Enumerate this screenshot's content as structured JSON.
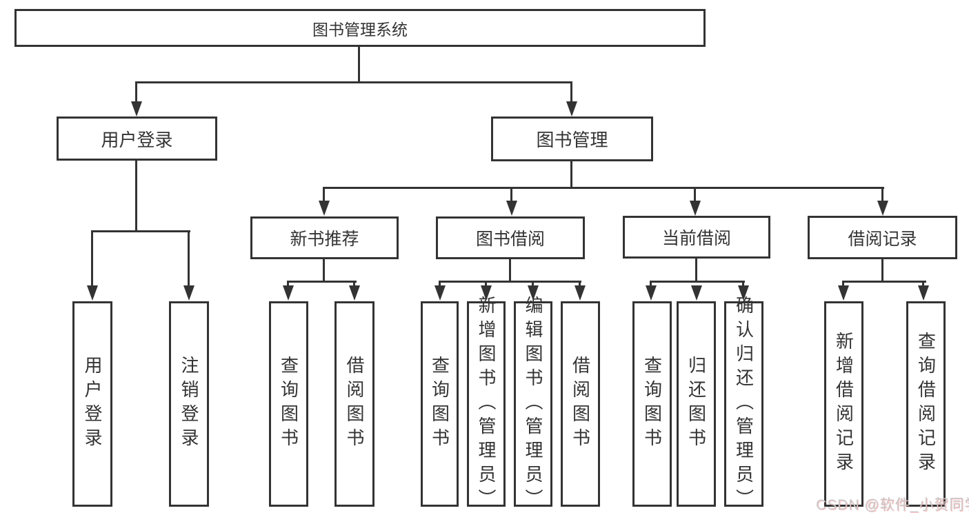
{
  "diagram": {
    "root": {
      "label": "图书管理系统"
    },
    "level2": [
      {
        "label": "用户登录"
      },
      {
        "label": "图书管理"
      }
    ],
    "level3": [
      {
        "label": "新书推荐"
      },
      {
        "label": "图书借阅"
      },
      {
        "label": "当前借阅"
      },
      {
        "label": "借阅记录"
      }
    ],
    "leaves": [
      {
        "label": "用户登录"
      },
      {
        "label": "注销登录"
      },
      {
        "label": "查询图书"
      },
      {
        "label": "借阅图书"
      },
      {
        "label": "查询图书"
      },
      {
        "label": "新增图书（管理员）"
      },
      {
        "label": "编辑图书（管理员）"
      },
      {
        "label": "借阅图书"
      },
      {
        "label": "查询图书"
      },
      {
        "label": "归还图书"
      },
      {
        "label": "确认归还（管理员）"
      },
      {
        "label": "新增借阅记录"
      },
      {
        "label": "查询借阅记录"
      }
    ]
  },
  "watermark": {
    "text": "CSDN @软件_小贺同学"
  },
  "colors": {
    "line": "#333333",
    "box_bg": "#ffffff",
    "watermark": "#c9c9c9",
    "watermark_shadow": "#fc5a5a"
  }
}
